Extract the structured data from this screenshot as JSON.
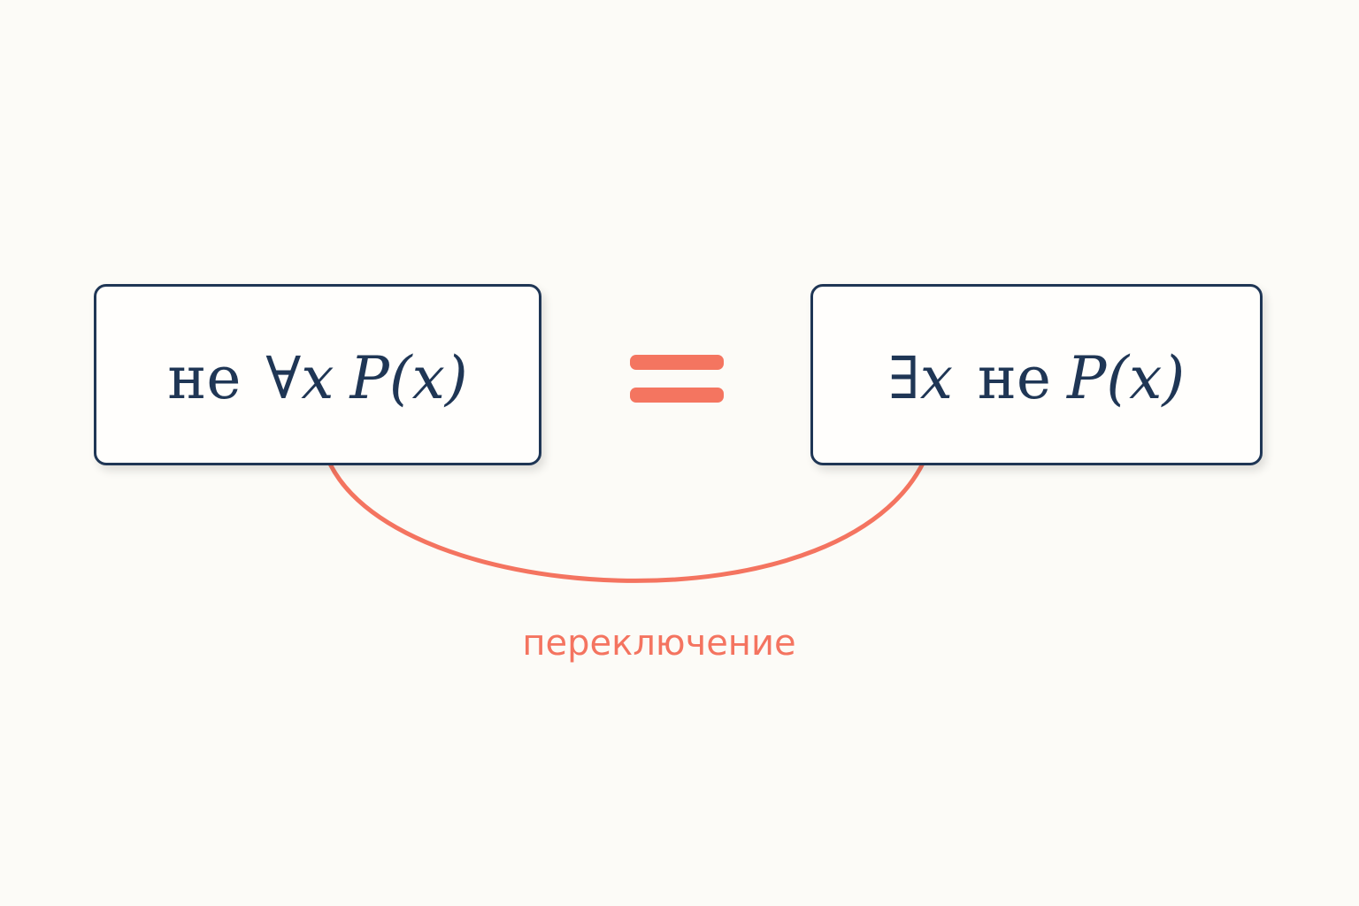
{
  "left_formula": {
    "negation": "не",
    "quantifier": "∀",
    "bound_variable": "x",
    "predicate": "P(x)"
  },
  "equals_sign": "=",
  "right_formula": {
    "quantifier": "∃",
    "bound_variable": "x",
    "negation": "не",
    "predicate": "P(x)"
  },
  "transfer_label": "переключение",
  "colors": {
    "background": "#fcfbf7",
    "box_border": "#1f3655",
    "formula_text": "#1f3655",
    "accent": "#f47460"
  },
  "icons": {
    "equals": "equals-icon",
    "arc": "curved-double-arrow-icon"
  }
}
